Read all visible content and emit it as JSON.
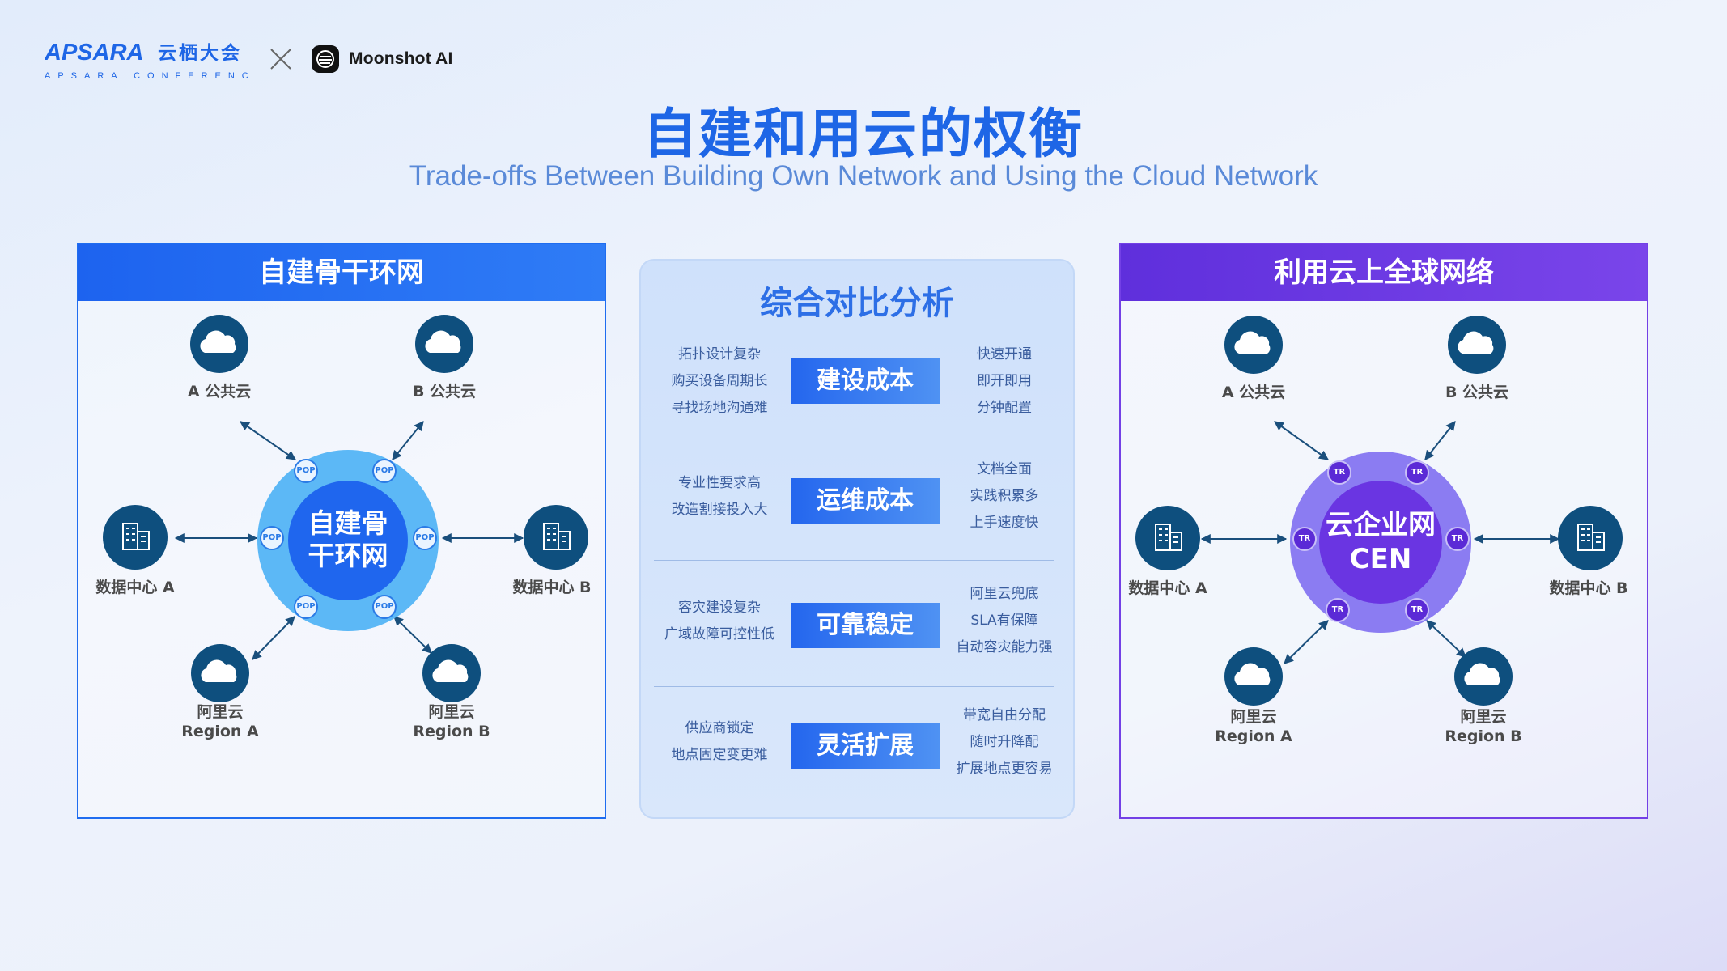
{
  "header": {
    "apsara_logo": {
      "brand": "APSARA",
      "brand_cn": "云栖大会",
      "tagline": "APSARA  CONFERENCE"
    },
    "separator": "×",
    "partner_logo": {
      "name": "Moonshot AI",
      "icon": "moonshot-logo-icon"
    }
  },
  "title": "自建和用云的权衡",
  "subtitle": "Trade-offs Between Building Own Network and Using the Cloud Network",
  "left_panel": {
    "heading": "自建骨干环网",
    "hub_lines": [
      "自建骨",
      "干环网"
    ],
    "tag_label": "POP",
    "nodes": {
      "a_public": "A 公共云",
      "b_public": "B 公共云",
      "dc_a": "数据中心 A",
      "dc_b": "数据中心 B",
      "region_a": [
        "阿里云",
        "Region A"
      ],
      "region_b": [
        "阿里云",
        "Region B"
      ]
    }
  },
  "right_panel": {
    "heading": "利用云上全球网络",
    "hub_lines": [
      "云企业网",
      "CEN"
    ],
    "tag_label": "TR",
    "nodes": {
      "a_public": "A 公共云",
      "b_public": "B 公共云",
      "dc_a": "数据中心 A",
      "dc_b": "数据中心 B",
      "region_a": [
        "阿里云",
        "Region A"
      ],
      "region_b": [
        "阿里云",
        "Region B"
      ]
    }
  },
  "comparison": {
    "heading": "综合对比分析",
    "rows": [
      {
        "label": "建设成本",
        "self_built": [
          "拓扑设计复杂",
          "购买设备周期长",
          "寻找场地沟通难"
        ],
        "cloud": [
          "快速开通",
          "即开即用",
          "分钟配置"
        ]
      },
      {
        "label": "运维成本",
        "self_built": [
          "专业性要求高",
          "改造割接投入大"
        ],
        "cloud": [
          "文档全面",
          "实践积累多",
          "上手速度快"
        ]
      },
      {
        "label": "可靠稳定",
        "self_built": [
          "容灾建设复杂",
          "广域故障可控性低"
        ],
        "cloud": [
          "阿里云兜底",
          "SLA有保障",
          "自动容灾能力强"
        ]
      },
      {
        "label": "灵活扩展",
        "self_built": [
          "供应商锁定",
          "地点固定变更难"
        ],
        "cloud": [
          "带宽自由分配",
          "随时升降配",
          "扩展地点更容易"
        ]
      }
    ]
  },
  "colors": {
    "primary_blue": "#1e66e6",
    "cen_purple": "#6a35e2",
    "node_navy": "#0e4f7e",
    "ring_blue": "#5cb8f6",
    "ring_purple": "#8b7cf2"
  }
}
